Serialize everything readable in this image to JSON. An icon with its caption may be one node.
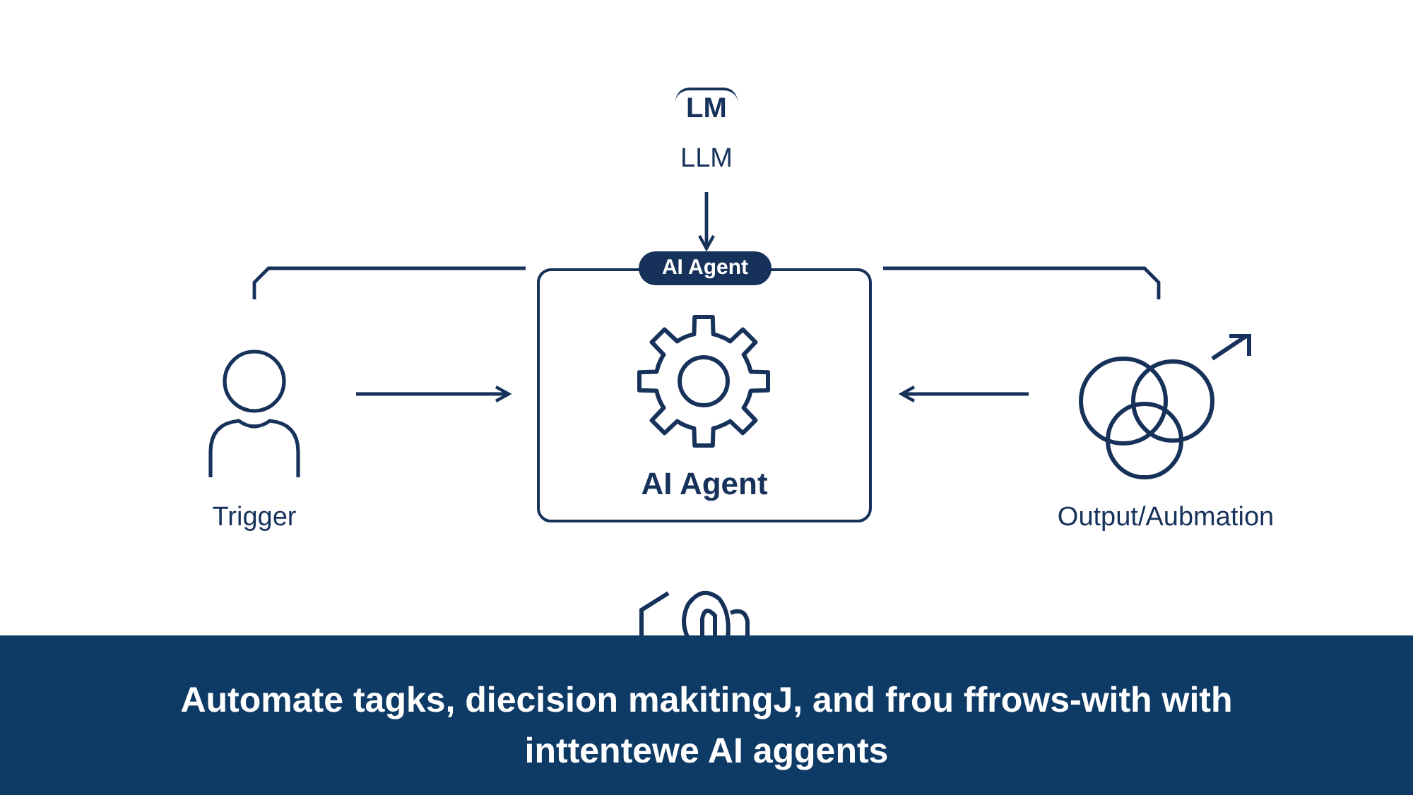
{
  "diagram": {
    "caption": "Automate tagks, diecision makitingJ, and frou ffrows-with with inttentewe AI aggents",
    "nodes": [
      {
        "text": [
          "LLM"
        ]
      },
      {
        "text": [
          "AI Agent",
          "AI Agent"
        ]
      },
      {
        "text": [
          "Trigger"
        ]
      },
      {
        "text": [
          "Output/Aubmation"
        ]
      }
    ],
    "edges": [
      {
        "from": 0,
        "to": 1,
        "arrow": "to"
      },
      {
        "from": 2,
        "to": 1,
        "arrow": "to"
      },
      {
        "from": 3,
        "to": 1,
        "arrow": "to"
      },
      {
        "from": 2,
        "to": 1,
        "arrow": "none"
      },
      {
        "from": 3,
        "to": 1,
        "arrow": "none"
      }
    ],
    "labels": [
      "LM"
    ]
  }
}
